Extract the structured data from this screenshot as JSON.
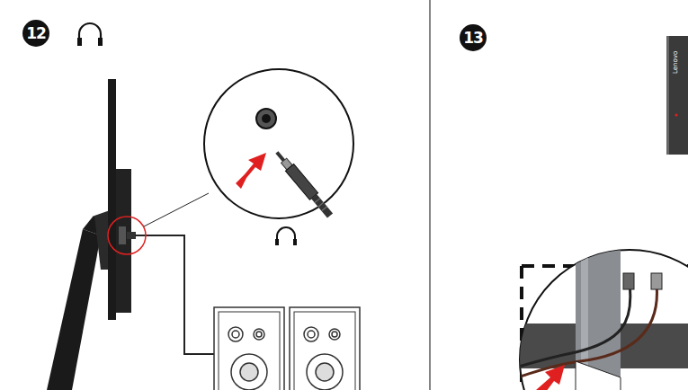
{
  "diagram": {
    "labels": [
      "12",
      "13",
      "Lenovo"
    ]
  }
}
